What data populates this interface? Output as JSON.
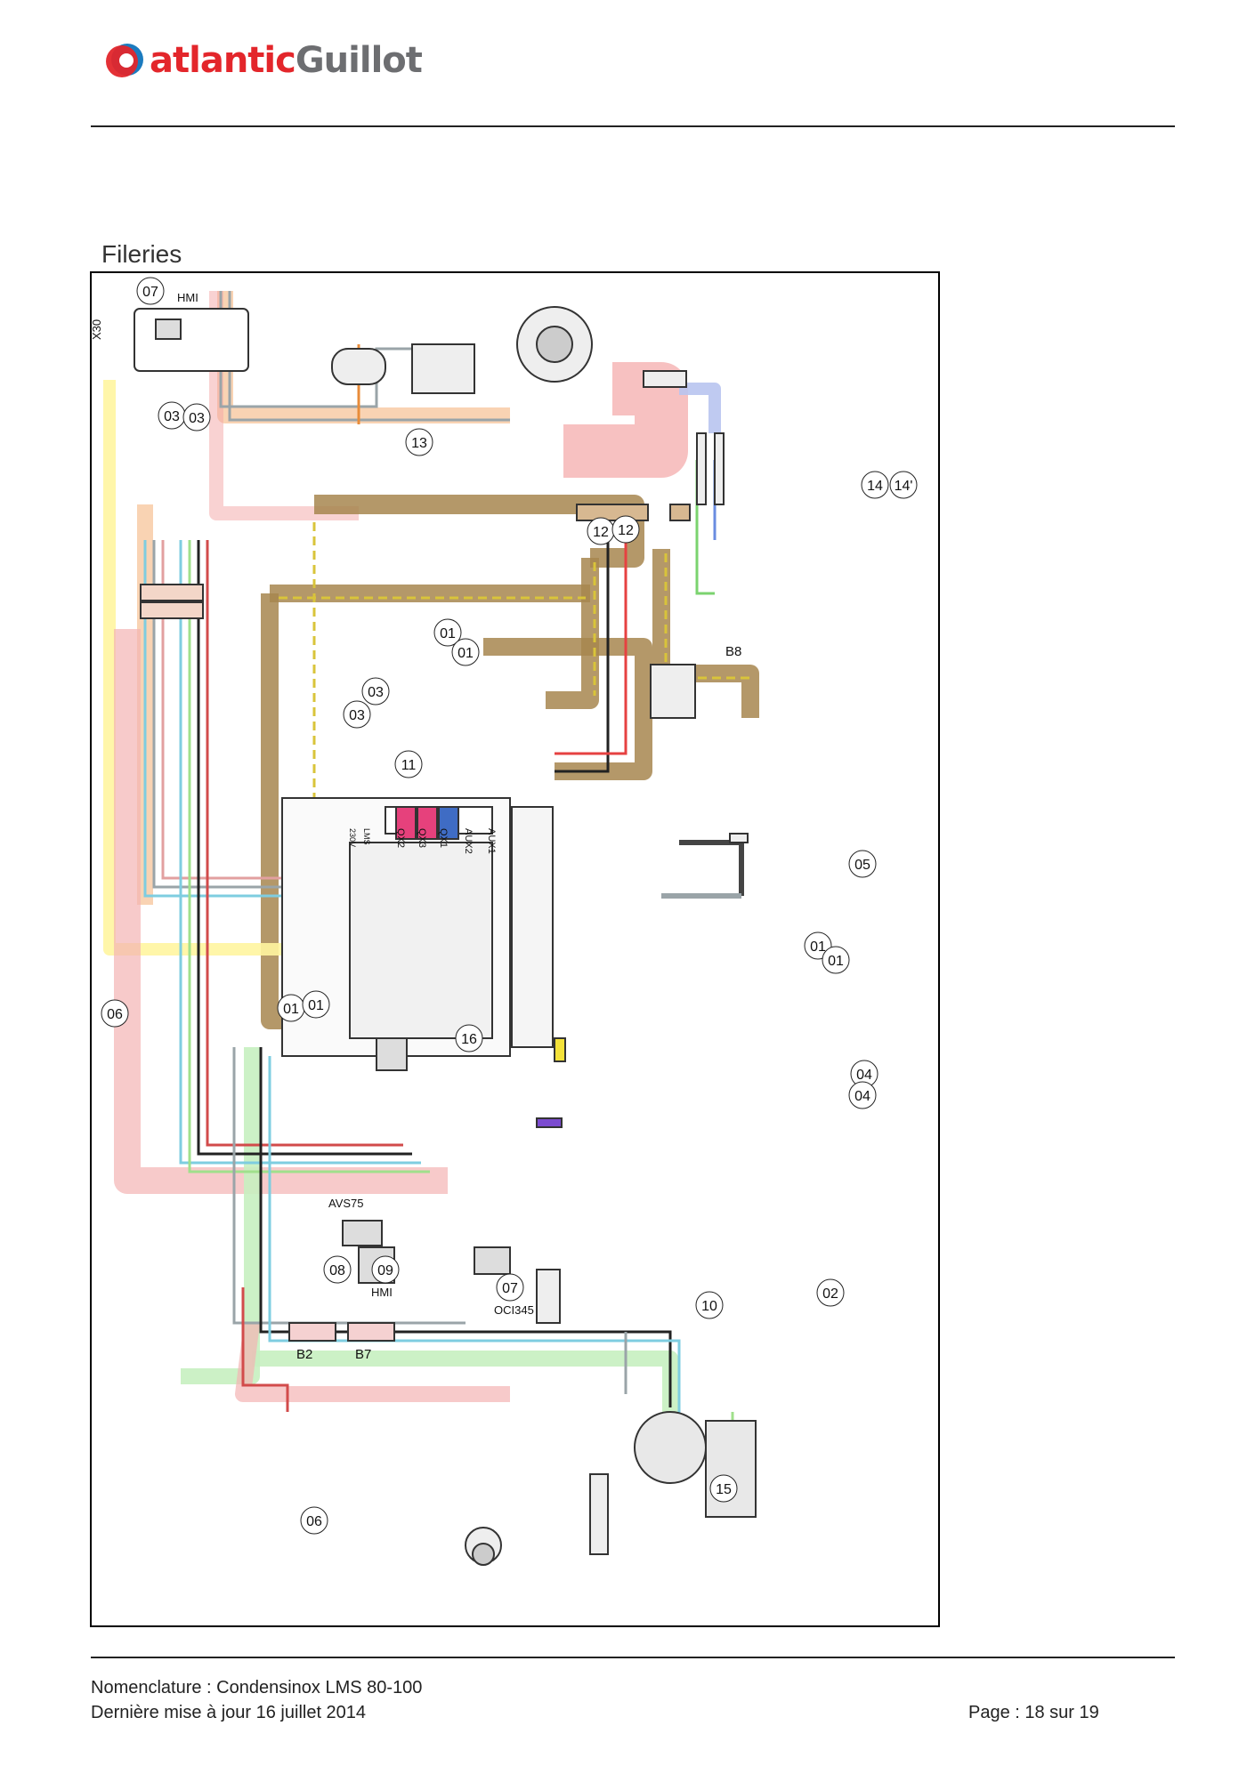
{
  "header": {
    "logo_part1": "atlantic",
    "logo_part2": "Guillot",
    "brand_colors": {
      "red": "#e3262b",
      "blue": "#1b7bbf",
      "grey": "#6d6e71"
    }
  },
  "section_title": "Fileries",
  "diagram": {
    "callouts": [
      "07",
      "03",
      "03",
      "13",
      "12",
      "12",
      "14",
      "14'",
      "01",
      "01",
      "03",
      "03",
      "11",
      "05",
      "01",
      "01",
      "06",
      "01",
      "01",
      "16",
      "04",
      "04",
      "08",
      "09",
      "07",
      "10",
      "02",
      "15",
      "06"
    ],
    "component_labels": {
      "hmi_top": "HMI",
      "x30": "X30",
      "b8": "B8",
      "avs75": "AVS75",
      "hmi_bottom": "HMI",
      "oci345": "OCI345",
      "b2": "B2",
      "b7": "B7",
      "qx2": "QX2",
      "qx3": "QX3",
      "qx1": "QX1",
      "aux2": "AUX2",
      "aux1": "AUX1",
      "lms": "LMS",
      "v230": "230V"
    }
  },
  "footer": {
    "line1": "Nomenclature : Condensinox LMS 80-100",
    "line2": "Dernière mise à jour 16 juillet 2014",
    "page": "Page : 18 sur 19"
  }
}
